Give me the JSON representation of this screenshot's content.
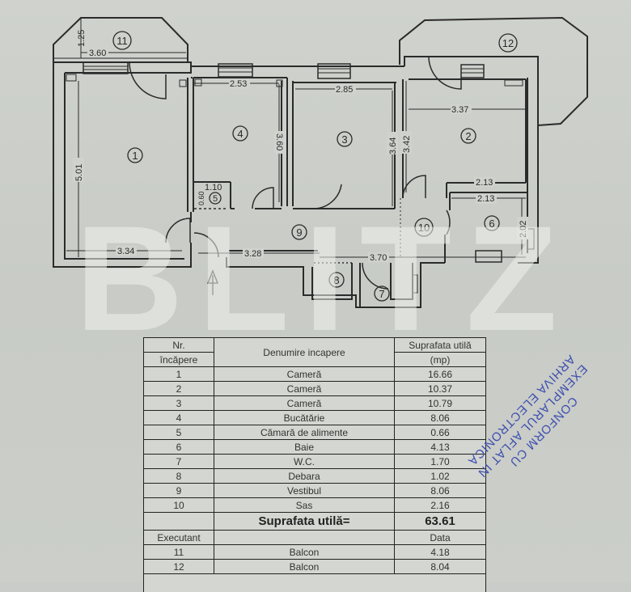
{
  "watermark": "BLITZ",
  "floor_plan": {
    "rooms": [
      {
        "id": "1",
        "label": "1",
        "dims": {
          "width": "3.34",
          "height": "5.01"
        }
      },
      {
        "id": "2",
        "label": "2",
        "dims": {
          "width": "3.37",
          "height": "3.42",
          "lower_width": "2.13"
        }
      },
      {
        "id": "3",
        "label": "3",
        "dims": {
          "width": "2.85",
          "height": "3.64"
        }
      },
      {
        "id": "4",
        "label": "4",
        "dims": {
          "width": "2.53",
          "height": "3.60"
        }
      },
      {
        "id": "5",
        "label": "5",
        "dims": {
          "width": "1.10",
          "height": "0.60"
        }
      },
      {
        "id": "6",
        "label": "6",
        "dims": {
          "width": "2.13",
          "height": "2.02"
        }
      },
      {
        "id": "7",
        "label": "7"
      },
      {
        "id": "8",
        "label": "8"
      },
      {
        "id": "9",
        "label": "9",
        "dims": {
          "width": "3.28"
        }
      },
      {
        "id": "10",
        "label": "10",
        "dims": {
          "width": "3.70"
        }
      },
      {
        "id": "11",
        "label": "11",
        "dims": {
          "width": "3.60",
          "height": "1.25"
        }
      },
      {
        "id": "12",
        "label": "12"
      }
    ],
    "dimension_labels": {
      "d_1_25": "1.25",
      "d_3_60": "3.60",
      "d_2_53": "2.53",
      "d_2_85": "2.85",
      "d_3_37": "3.37",
      "d_5_01": "5.01",
      "d_3_60v": "3.60",
      "d_3_64": "3.64",
      "d_3_42": "3.42",
      "d_2_13a": "2.13",
      "d_2_13b": "2.13",
      "d_2_02": "2.02",
      "d_1_10": "1.10",
      "d_0_60": "0.60",
      "d_3_34": "3.34",
      "d_3_28": "3.28",
      "d_3_70": "3.70"
    },
    "entrance_arrow": "entrance-arrow"
  },
  "table": {
    "header": {
      "nr_line1": "Nr.",
      "nr_line2": "încăpere",
      "name": "Denumire incapere",
      "area_line1": "Suprafata utilă",
      "area_line2": "(mp)"
    },
    "rows": [
      {
        "nr": "1",
        "name": "Cameră",
        "area": "16.66"
      },
      {
        "nr": "2",
        "name": "Cameră",
        "area": "10.37"
      },
      {
        "nr": "3",
        "name": "Cameră",
        "area": "10.79"
      },
      {
        "nr": "4",
        "name": "Bucătărie",
        "area": "8.06"
      },
      {
        "nr": "5",
        "name": "Cămară de alimente",
        "area": "0.66"
      },
      {
        "nr": "6",
        "name": "Baie",
        "area": "4.13"
      },
      {
        "nr": "7",
        "name": "W.C.",
        "area": "1.70"
      },
      {
        "nr": "8",
        "name": "Debara",
        "area": "1.02"
      },
      {
        "nr": "9",
        "name": "Vestibul",
        "area": "8.06"
      },
      {
        "nr": "10",
        "name": "Sas",
        "area": "2.16"
      }
    ],
    "total_label": "Suprafata utilă=",
    "total_value": "63.61",
    "executant_label": "Executant",
    "data_label": "Data",
    "balconies": [
      {
        "nr": "11",
        "name": "Balcon",
        "area": "4.18"
      },
      {
        "nr": "12",
        "name": "Balcon",
        "area": "8.04"
      }
    ]
  },
  "stamp": {
    "line1": "CONFORM CU",
    "line2": "EXEMPLARUL AFLAT IN",
    "line3": "ARHIVA ELECTRONICA",
    "color": "#3d4fb0"
  }
}
